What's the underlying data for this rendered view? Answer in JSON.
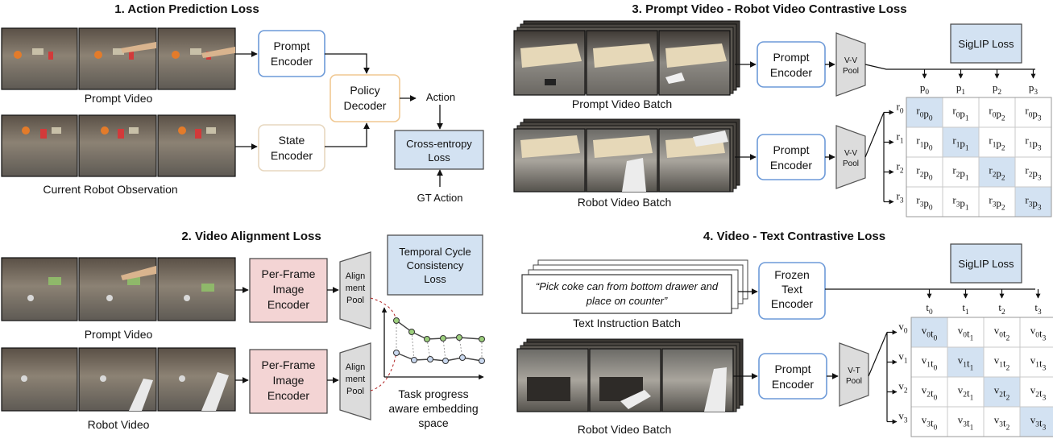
{
  "section1": {
    "title": "1.   Action Prediction Loss",
    "prompt_encoder": [
      "Prompt",
      "Encoder"
    ],
    "state_encoder": [
      "State",
      "Encoder"
    ],
    "policy_decoder": [
      "Policy",
      "Decoder"
    ],
    "action": "Action",
    "loss": [
      "Cross-entropy",
      "Loss"
    ],
    "gt_action": "GT Action",
    "prompt_video_label": "Prompt Video",
    "robot_obs_label": "Current Robot Observation"
  },
  "section2": {
    "title": "2.   Video Alignment Loss",
    "encoder": [
      "Per-Frame",
      "Image",
      "Encoder"
    ],
    "pool": [
      "Align",
      "ment",
      "Pool"
    ],
    "loss": [
      "Temporal Cycle",
      "Consistency",
      "Loss"
    ],
    "prompt_video_label": "Prompt Video",
    "robot_video_label": "Robot Video",
    "embedding_caption": [
      "Task progress",
      "aware embedding",
      "space"
    ]
  },
  "section3": {
    "title": "3.   Prompt Video - Robot Video Contrastive Loss",
    "encoder": [
      "Prompt",
      "Encoder"
    ],
    "pool": [
      "V-V",
      "Pool"
    ],
    "loss": "SigLIP Loss",
    "prompt_batch_label": "Prompt Video Batch",
    "robot_batch_label": "Robot Video Batch",
    "col_base": "p",
    "row_base": "r",
    "indices": [
      "0",
      "1",
      "2",
      "3"
    ]
  },
  "section4": {
    "title": "4.   Video - Text Contrastive Loss",
    "instruction": [
      "“Pick coke can from bottom drawer and",
      "place on counter”"
    ],
    "text_encoder": [
      "Frozen",
      "Text",
      "Encoder"
    ],
    "encoder": [
      "Prompt",
      "Encoder"
    ],
    "pool": [
      "V-T",
      "Pool"
    ],
    "loss": "SigLIP Loss",
    "text_batch_label": "Text Instruction Batch",
    "robot_batch_label": "Robot Video Batch",
    "col_base": "t",
    "row_base": "v",
    "indices": [
      "0",
      "1",
      "2",
      "3"
    ]
  },
  "colors": {
    "prompt_encoder_border": "#6d9ad8",
    "state_encoder_border": "#e7d7bf",
    "policy_decoder_border": "#f0c892",
    "loss_fill": "#d3e2f2",
    "image_encoder_fill": "#f3d4d4",
    "pool_fill": "#dcdcdc",
    "diagonal_fill": "#d3e2f2",
    "green_series": "#9ccf7c",
    "blue_series": "#c9d8ef",
    "alignment_dash": "#b02020"
  }
}
